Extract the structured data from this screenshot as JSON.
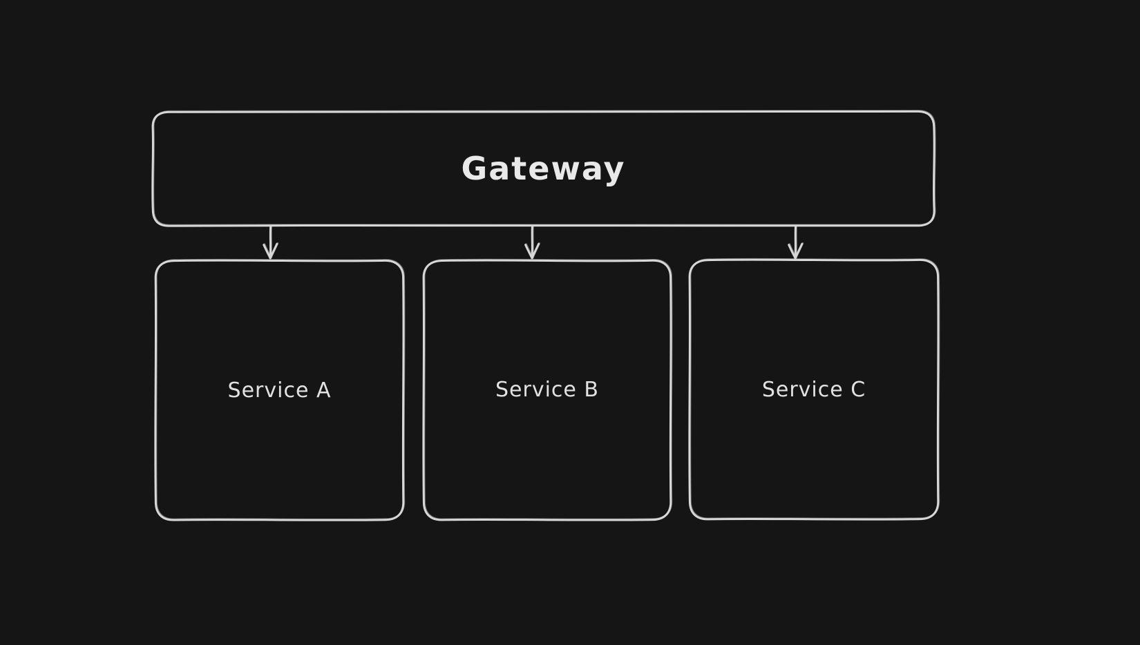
{
  "colors": {
    "background": "#151515",
    "stroke": "#d8d8d8",
    "text": "#e6e6e6"
  },
  "diagram": {
    "type": "flowchart",
    "style": "hand-drawn",
    "nodes": [
      {
        "id": "gateway",
        "label": "Gateway",
        "shape": "rounded-rectangle",
        "row": "top"
      },
      {
        "id": "service-a",
        "label": "Service A",
        "shape": "rounded-rectangle",
        "row": "bottom"
      },
      {
        "id": "service-b",
        "label": "Service B",
        "shape": "rounded-rectangle",
        "row": "bottom"
      },
      {
        "id": "service-c",
        "label": "Service C",
        "shape": "rounded-rectangle",
        "row": "bottom"
      }
    ],
    "edges": [
      {
        "from": "gateway",
        "to": "service-a",
        "type": "arrow",
        "direction": "down"
      },
      {
        "from": "gateway",
        "to": "service-b",
        "type": "arrow",
        "direction": "down"
      },
      {
        "from": "gateway",
        "to": "service-c",
        "type": "arrow",
        "direction": "down"
      }
    ]
  }
}
